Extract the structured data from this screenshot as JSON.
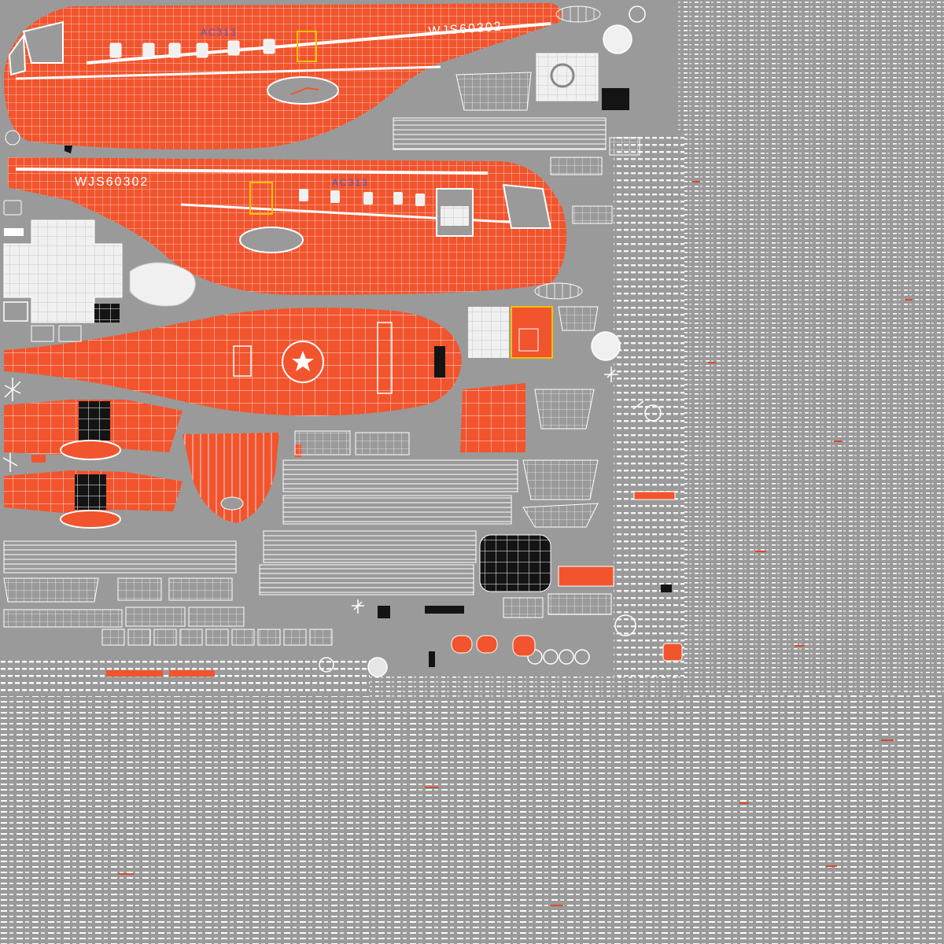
{
  "texture": {
    "decals": {
      "registration_upper": "WJS60302",
      "registration_lower": "WJS60302",
      "code_upper": "AC313",
      "code_lower": "AC313"
    }
  },
  "colors": {
    "background": "#9a9a9a",
    "hull": "#f2542d",
    "wire": "#ffffff",
    "panel": "#f0f0f0",
    "dark": "#141414",
    "accent_blue": "#3b5bd6",
    "accent_yellow": "#f2c200",
    "mark_red": "#d94a2a"
  }
}
